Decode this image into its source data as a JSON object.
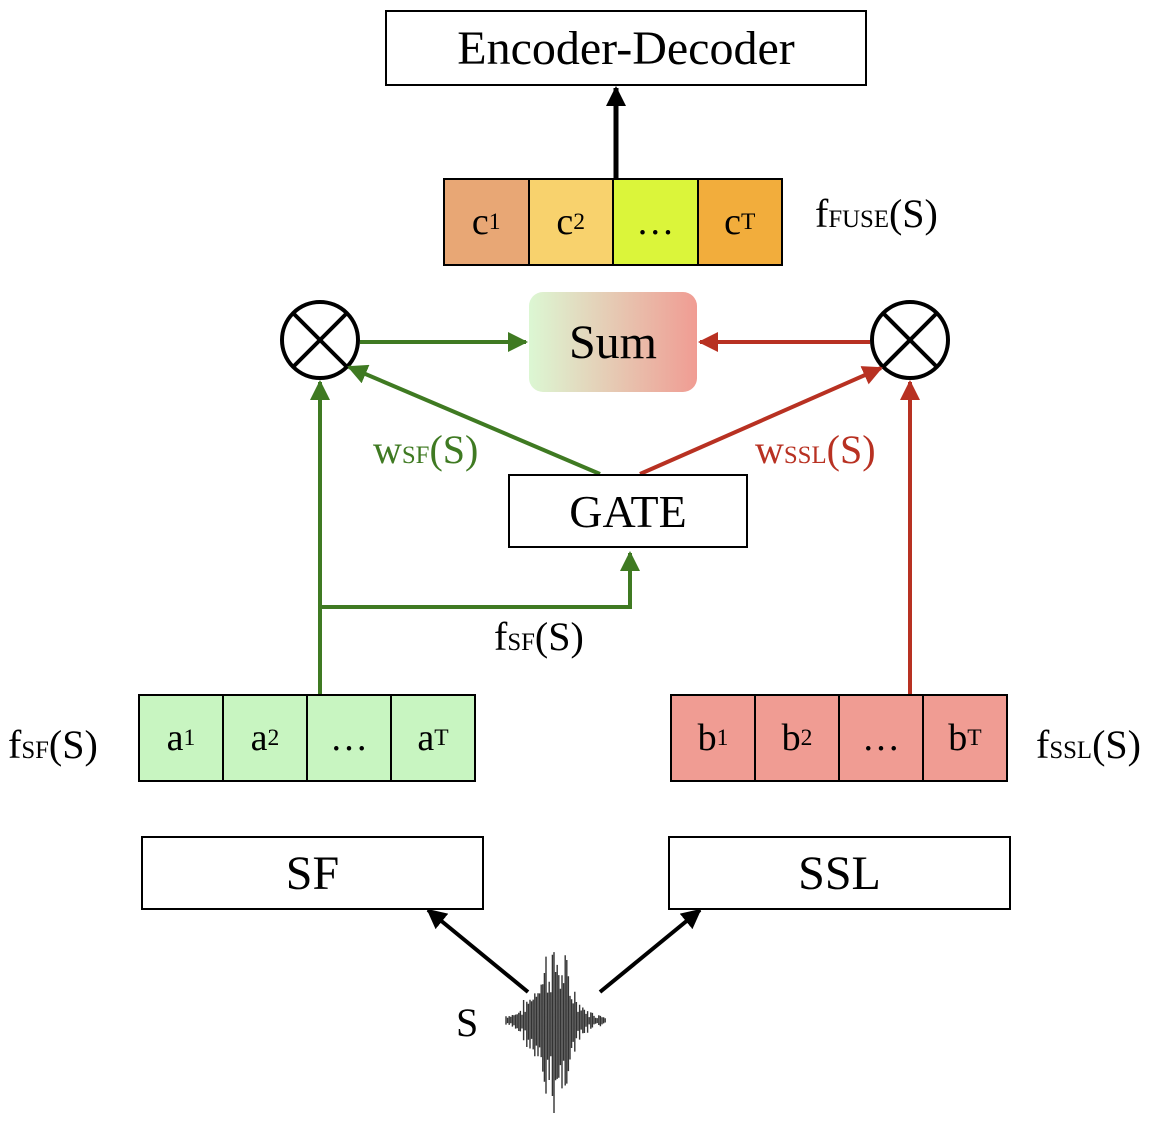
{
  "encoder_decoder": {
    "label": "Encoder-Decoder"
  },
  "fuse": {
    "cells": [
      {
        "base": "c",
        "sub": "1",
        "color": "#e8a775"
      },
      {
        "base": "c",
        "sub": "2",
        "color": "#f8d26d"
      },
      {
        "base": "…",
        "sub": "",
        "color": "#dbf53a"
      },
      {
        "base": "c",
        "sub": "T",
        "color": "#f2ad3c"
      }
    ],
    "label": {
      "base": "f",
      "sub": "FUSE",
      "tail": "(S)"
    }
  },
  "sum": {
    "label": "Sum",
    "gradient_from": "#dcf7d3",
    "gradient_to": "#f09c93"
  },
  "gate": {
    "label": "GATE"
  },
  "weights": {
    "sf": {
      "base": "w",
      "sub": "SF",
      "tail": "(S)",
      "color": "#3f7a22"
    },
    "ssl": {
      "base": "w",
      "sub": "SSL",
      "tail": "(S)",
      "color": "#b83122"
    }
  },
  "gate_input": {
    "base": "f",
    "sub": "SF",
    "tail": "(S)"
  },
  "sf_seq": {
    "cells": [
      {
        "base": "a",
        "sub": "1"
      },
      {
        "base": "a",
        "sub": "2"
      },
      {
        "base": "…",
        "sub": ""
      },
      {
        "base": "a",
        "sub": "T"
      }
    ],
    "color": "#c8f5c1",
    "label": {
      "base": "f",
      "sub": "SF",
      "tail": "(S)"
    }
  },
  "ssl_seq": {
    "cells": [
      {
        "base": "b",
        "sub": "1"
      },
      {
        "base": "b",
        "sub": "2"
      },
      {
        "base": "…",
        "sub": ""
      },
      {
        "base": "b",
        "sub": "T"
      }
    ],
    "color": "#f09c93",
    "label": {
      "base": "f",
      "sub": "SSL",
      "tail": "(S)"
    }
  },
  "sf_model": {
    "label": "SF"
  },
  "ssl_model": {
    "label": "SSL"
  },
  "signal": {
    "label": "S"
  }
}
